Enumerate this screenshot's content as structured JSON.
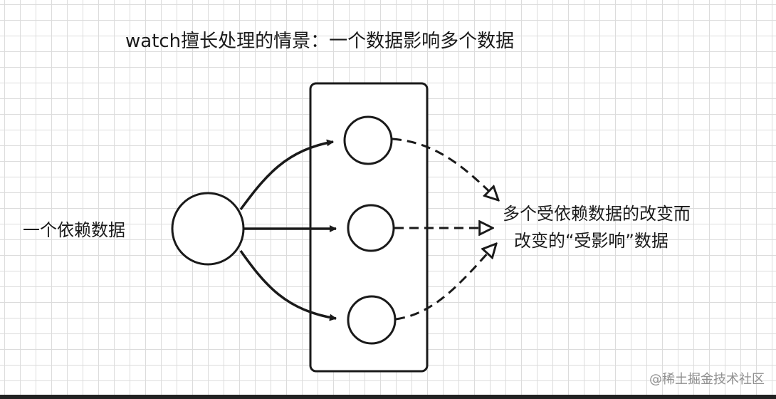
{
  "title": "watch擅长处理的情景：一个数据影响多个数据",
  "source_label": "一个依赖数据",
  "target_label_line1": "多个受依赖数据的改变而",
  "target_label_line2": "改变的“受影响”数据",
  "watermark": "@稀土掘金技术社区",
  "colors": {
    "stroke": "#1a1a1a",
    "grid": "#dcdcdc",
    "background": "#ffffff",
    "watermark": "#8f8f8f"
  }
}
